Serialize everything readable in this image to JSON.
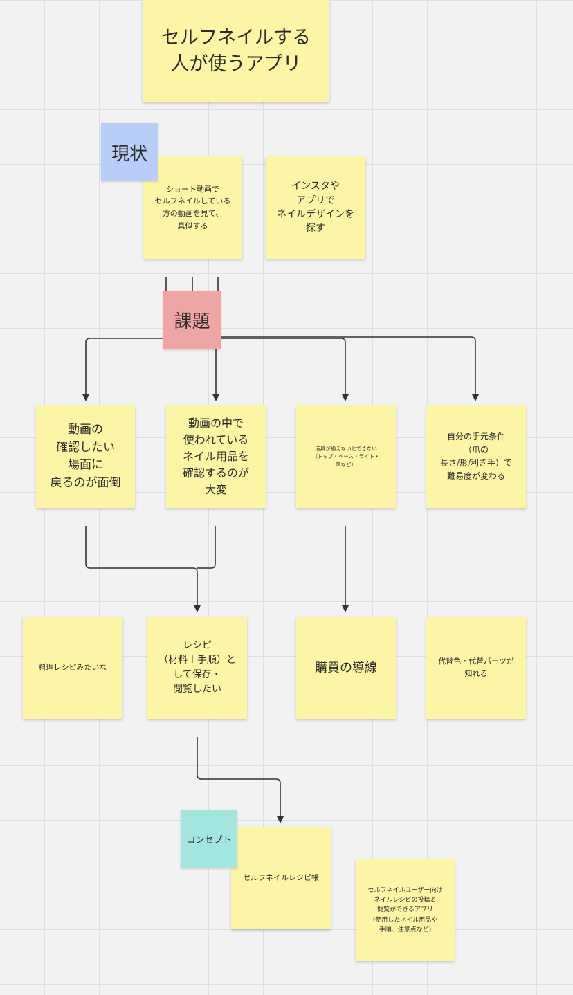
{
  "title": "セルフネイルする\n人が使うアプリ",
  "labels": {
    "current": "現状",
    "issue": "課題",
    "concept": "コンセプト"
  },
  "current_notes": [
    "ショート動画で\nセルフネイルしている\n方の動画を見て、\n真似する",
    "インスタや\nアプリで\nネイルデザインを\n探す"
  ],
  "issue_notes": [
    "動画の\n確認したい\n場面に\n戻るのが面倒",
    "動画の中で\n使われている\nネイル用品を\n確認するのが\n大変",
    "道具が揃えないとできない\n（トップ・ベース・ライト・\n筆など）",
    "自分の手元条件\n（爪の\n長さ/形/利き手）で\n難易度が変わる"
  ],
  "idea_notes": [
    "料理レシピみたいな",
    "レシピ\n（材料＋手順）と\nして保存・\n閲覧したい",
    "購買の導線",
    "代替色・代替パーツが\n知れる"
  ],
  "concept_notes": [
    "セルフネイルレシピ帳",
    "セルフネイルユーザー向け\nネイルレシピの投稿と\n閲覧ができるアプリ\n(使用したネイル用品や\n手順、注意点など)"
  ],
  "colors": {
    "sticky_yellow": "#fdf5a6",
    "label_blue": "#b8cdf8",
    "label_red": "#efa5a5",
    "label_teal": "#a3e6e0",
    "connector": "#333333"
  }
}
